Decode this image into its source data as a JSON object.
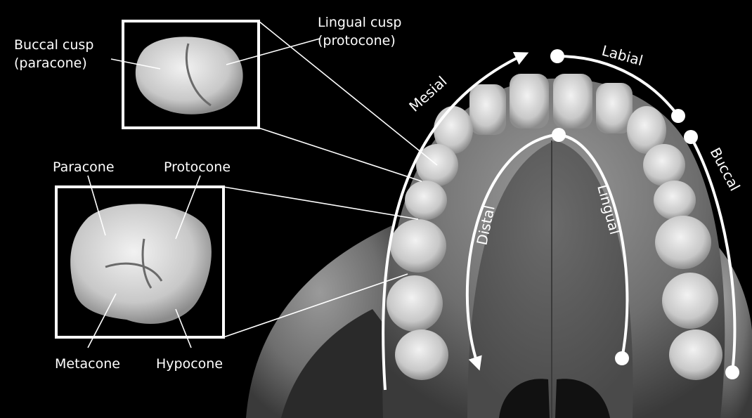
{
  "labels": {
    "buccal_cusp": [
      "Buccal cusp",
      "(paracone)"
    ],
    "lingual_cusp": [
      "Lingual cusp",
      "(protocone)"
    ],
    "paracone": "Paracone",
    "protocone": "Protocone",
    "metacone": "Metacone",
    "hypocone": "Hypocone",
    "mesial": "Mesial",
    "labial": "Labial",
    "buccal": "Buccal",
    "distal": "Distal",
    "lingual": "Lingual"
  },
  "colors": {
    "background": "#000000",
    "bone": "#8a8a8a",
    "tooth": "#d9d9d9",
    "annotation": "#ffffff"
  }
}
